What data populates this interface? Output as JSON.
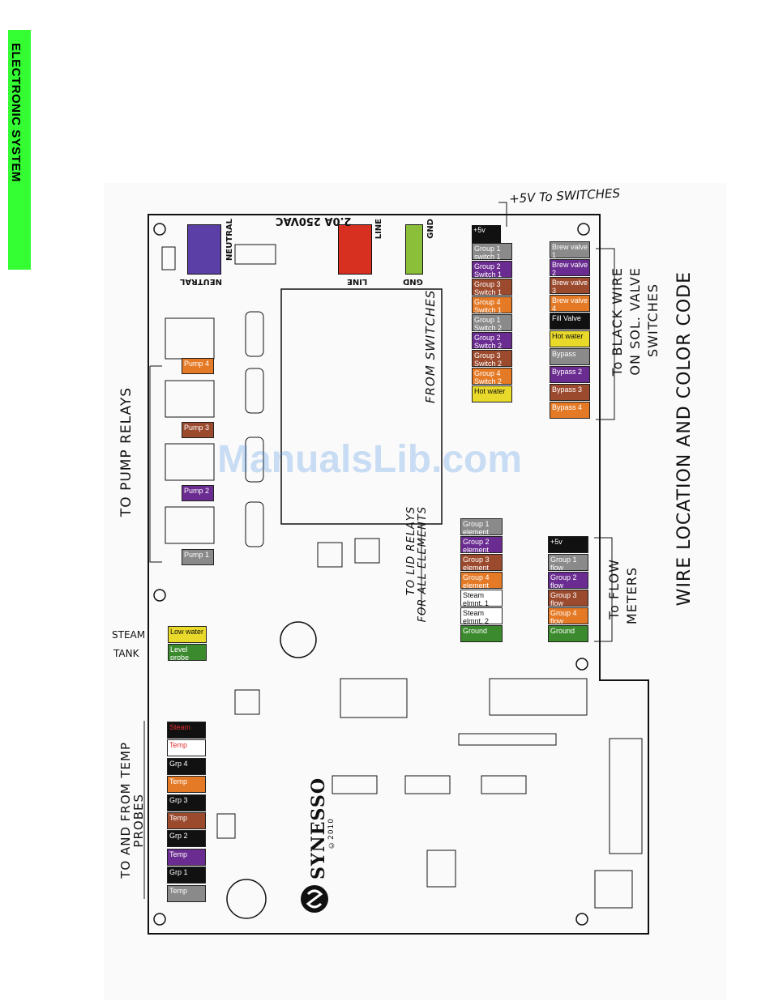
{
  "side_tab": {
    "title": "ELECTRONIC SYSTEM",
    "color": "#33ff33"
  },
  "top_connectors": {
    "neutral_left": "NEUTRAL",
    "neutral_right": "NEUTRAL",
    "fuse": "2.0A 250VAC",
    "line_top": "LINE",
    "line_bottom": "LINE",
    "gnd_top": "GND",
    "gnd_bottom": "GND"
  },
  "switch_header": {
    "plus5v": "+5v"
  },
  "switches": [
    {
      "text": "Group 1 switch 1",
      "color": "#8a8a8a"
    },
    {
      "text": "Group 2 Switch 1",
      "color": "#6b2c91"
    },
    {
      "text": "Group 3 Switch 1",
      "color": "#9c4a2e"
    },
    {
      "text": "Group 4 Switch 1",
      "color": "#e57a26"
    },
    {
      "text": "Group 1 Switch 2",
      "color": "#8a8a8a"
    },
    {
      "text": "Group 2 Switch 2",
      "color": "#6b2c91"
    },
    {
      "text": "Group 3 Switch 2",
      "color": "#9c4a2e"
    },
    {
      "text": "Group 4 Switch 2",
      "color": "#e57a26"
    },
    {
      "text": "Hot water",
      "color": "#e8d92a"
    }
  ],
  "valves": [
    {
      "text": "Brew valve 1",
      "color": "#8a8a8a"
    },
    {
      "text": "Brew valve 2",
      "color": "#6b2c91"
    },
    {
      "text": "Brew valve 3",
      "color": "#9c4a2e"
    },
    {
      "text": "Brew valve 4",
      "color": "#e57a26"
    },
    {
      "text": "Fill Valve",
      "color": "#111111"
    },
    {
      "text": "Hot water",
      "color": "#e8d92a"
    },
    {
      "text": "Bypass",
      "color": "#8a8a8a"
    },
    {
      "text": "Bypass 2",
      "color": "#6b2c91"
    },
    {
      "text": "Bypass 3",
      "color": "#9c4a2e"
    },
    {
      "text": "Bypass 4",
      "color": "#e57a26"
    }
  ],
  "pumps": [
    {
      "text": "Pump 4",
      "color": "#e57a26"
    },
    {
      "text": "Pump 3",
      "color": "#9c4a2e"
    },
    {
      "text": "Pump 2",
      "color": "#6b2c91"
    },
    {
      "text": "Pump 1",
      "color": "#8a8a8a"
    }
  ],
  "elements": [
    {
      "text": "Group 1 element",
      "color": "#8a8a8a"
    },
    {
      "text": "Group 2 element",
      "color": "#6b2c91"
    },
    {
      "text": "Group 3 element",
      "color": "#9c4a2e"
    },
    {
      "text": "Group 4 element",
      "color": "#e57a26"
    },
    {
      "text": "Steam elmnt. 1",
      "color": "#ffffff"
    },
    {
      "text": "Steam elmnt. 2",
      "color": "#ffffff"
    },
    {
      "text": "Ground",
      "color": "#3c8a2e"
    }
  ],
  "flow": [
    {
      "text": "+5v",
      "color": "#111111"
    },
    {
      "text": "Group 1 flow",
      "color": "#8a8a8a"
    },
    {
      "text": "Group 2 flow",
      "color": "#6b2c91"
    },
    {
      "text": "Group 3 flow",
      "color": "#9c4a2e"
    },
    {
      "text": "Group 4 flow",
      "color": "#e57a26"
    },
    {
      "text": "Ground",
      "color": "#3c8a2e"
    }
  ],
  "steam_tank": [
    {
      "text": "Low water",
      "color": "#e8d92a"
    },
    {
      "text": "Level probe",
      "color": "#3c8a2e"
    }
  ],
  "temps": [
    {
      "text": "Steam",
      "color": "#111111"
    },
    {
      "text": "Temp",
      "color": "#ffffff"
    },
    {
      "text": "Grp 4",
      "color": "#111111"
    },
    {
      "text": "Temp",
      "color": "#e57a26"
    },
    {
      "text": "Grp 3",
      "color": "#111111"
    },
    {
      "text": "Temp",
      "color": "#9c4a2e"
    },
    {
      "text": "Grp 2",
      "color": "#111111"
    },
    {
      "text": "Temp",
      "color": "#6b2c91"
    },
    {
      "text": "Grp 1",
      "color": "#111111"
    },
    {
      "text": "Temp",
      "color": "#8a8a8a"
    }
  ],
  "annotations": {
    "to_switches": "+5V To SWITCHES",
    "from_switches": "FROM SWITCHES",
    "black_wire": [
      "To BLACK WIRE",
      "ON SOL. VALVE",
      "SWITCHES"
    ],
    "wire_location": "WIRE LOCATION AND COLOR CODE",
    "pump_relays": "TO PUMP RELAYS",
    "lid_relays": [
      "TO LID RELAYS",
      "FOR ALL ELEMENTS"
    ],
    "flow_meters": [
      "To FLOW",
      "METERS"
    ],
    "steam": "STEAM",
    "tank": "TANK",
    "temp_probes": [
      "TO AND FROM TEMP",
      "PROBES"
    ]
  },
  "brand": {
    "name": "SYNESSO",
    "copyright": "©2010"
  },
  "watermark": "ManualsLib.com"
}
